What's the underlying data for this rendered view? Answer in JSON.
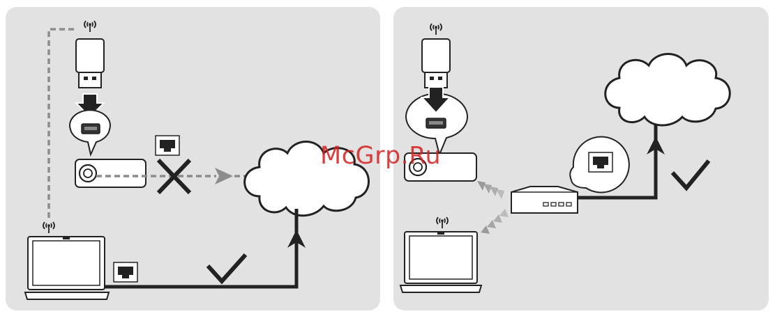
{
  "watermark": {
    "text": "McGrp.Ru"
  },
  "panels": [
    {
      "id": "left",
      "direct_connection": "blocked",
      "wired_connection": "ok"
    },
    {
      "id": "right",
      "router_connection": "ok"
    }
  ],
  "colors": {
    "panel_bg": "#e2e2e2",
    "line": "#222222",
    "dashed": "#8c8c8c",
    "device_fill": "#ffffff"
  },
  "icons": [
    "wifi-icon",
    "usb-dongle-icon",
    "usb-port-icon",
    "ethernet-icon",
    "projector-icon",
    "laptop-icon",
    "router-icon",
    "cloud-icon",
    "checkmark-icon",
    "cross-icon",
    "arrow-icon"
  ]
}
